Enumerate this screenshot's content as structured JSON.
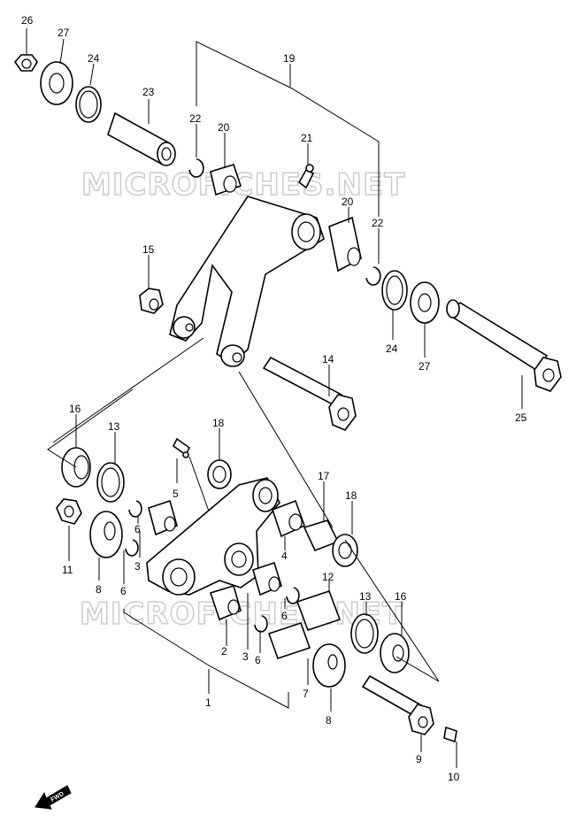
{
  "watermark": "MICROFICHES.NET",
  "fwd_text": "FWD",
  "callouts": [
    "1",
    "2",
    "3",
    "4",
    "5",
    "6",
    "7",
    "8",
    "9",
    "10",
    "11",
    "12",
    "13",
    "14",
    "15",
    "16",
    "17",
    "18",
    "19",
    "20",
    "21",
    "22",
    "23",
    "24",
    "25",
    "26",
    "27"
  ]
}
